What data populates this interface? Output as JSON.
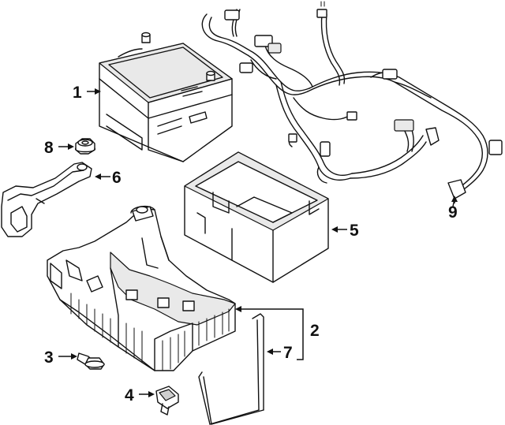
{
  "callouts": [
    {
      "id": "1",
      "label": "1"
    },
    {
      "id": "2",
      "label": "2"
    },
    {
      "id": "3",
      "label": "3"
    },
    {
      "id": "4",
      "label": "4"
    },
    {
      "id": "5",
      "label": "5"
    },
    {
      "id": "6",
      "label": "6"
    },
    {
      "id": "7",
      "label": "7"
    },
    {
      "id": "8",
      "label": "8"
    },
    {
      "id": "9",
      "label": "9"
    }
  ],
  "colors": {
    "line": "#111111",
    "background": "#ffffff",
    "shade": "#e9e9e9"
  },
  "icons": [
    "battery",
    "wiring-harness",
    "battery-tray",
    "battery-tray-insulator",
    "hold-down-bracket",
    "hold-down-rod",
    "clip",
    "bolt",
    "nut",
    "connector"
  ]
}
